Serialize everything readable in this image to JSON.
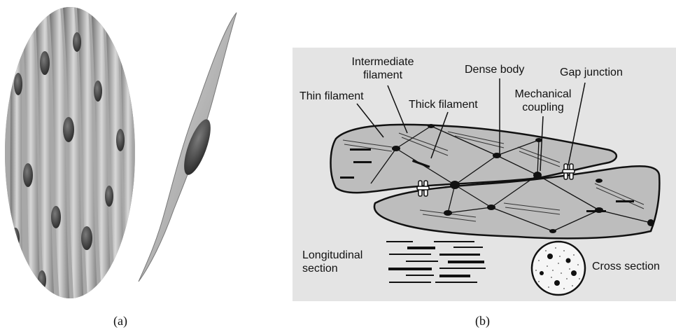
{
  "panels": {
    "a": {
      "caption": "(a)"
    },
    "b": {
      "caption": "(b)",
      "labels": {
        "intermediate_filament_line1": "Intermediate",
        "intermediate_filament_line2": "filament",
        "dense_body": "Dense body",
        "gap_junction": "Gap junction",
        "thin_filament": "Thin filament",
        "thick_filament": "Thick filament",
        "mechanical_coupling_line1": "Mechanical",
        "mechanical_coupling_line2": "coupling",
        "longitudinal_section_line1": "Longitudinal",
        "longitudinal_section_line2": "section",
        "cross_section": "Cross section"
      }
    }
  },
  "colors": {
    "panel_background": "#e4e4e4",
    "cell_fill": "#bdbdbd",
    "outline": "#111111",
    "tissue_base": "#9a9a9a"
  }
}
